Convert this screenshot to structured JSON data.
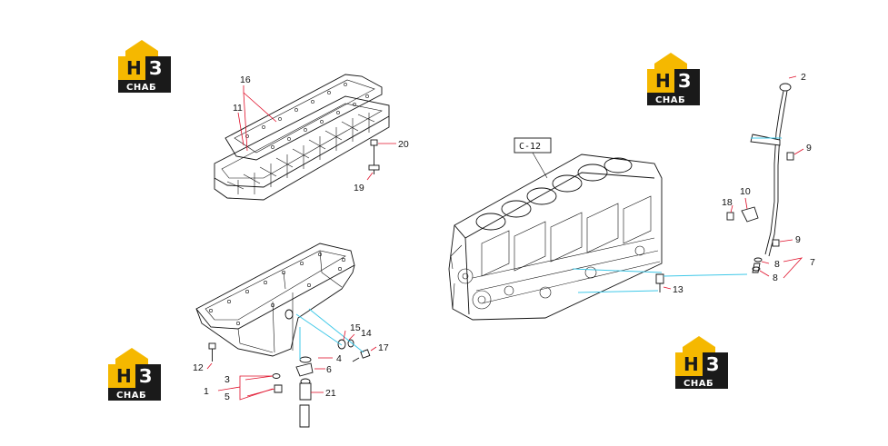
{
  "logo": {
    "letter1": "Н",
    "letter2": "З",
    "subtitle": "СНАБ"
  },
  "engine_block_ref": "C-12",
  "callouts": {
    "c1": "1",
    "c2": "2",
    "c3": "3",
    "c4": "4",
    "c5": "5",
    "c6": "6",
    "c7": "7",
    "c8a": "8",
    "c8b": "8",
    "c9a": "9",
    "c9b": "9",
    "c10": "10",
    "c11": "11",
    "c12": "12",
    "c13": "13",
    "c14": "14",
    "c15": "15",
    "c16": "16",
    "c17": "17",
    "c18": "18",
    "c19": "19",
    "c20": "20",
    "c21": "21"
  },
  "colors": {
    "leader": "#e0102a",
    "connector": "#3fc8e8",
    "logo_accent": "#f5b800",
    "logo_dark": "#1a1a1a"
  }
}
